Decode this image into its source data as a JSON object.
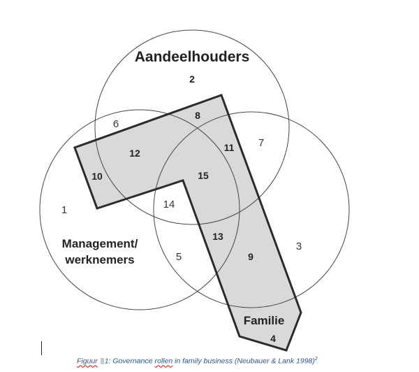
{
  "diagram": {
    "sets": {
      "shareholders": "Aandeelhouders",
      "management_line1": "Management/",
      "management_line2": "werknemers",
      "family": "Familie"
    },
    "regions": [
      "1",
      "2",
      "3",
      "4",
      "5",
      "6",
      "7",
      "8",
      "9",
      "10",
      "11",
      "12",
      "13",
      "14",
      "15"
    ],
    "colors": {
      "outline": "#333333",
      "highlight_fill": "#d9d9d9",
      "highlight_stroke": "#2b2b2b"
    }
  },
  "caption": {
    "word1": "Figuur",
    "number": "1",
    "text_a": ": Governance ",
    "word2": "rollen",
    "text_b": " in family business (Neubauer & Lank 1998)",
    "footnote": "2"
  }
}
